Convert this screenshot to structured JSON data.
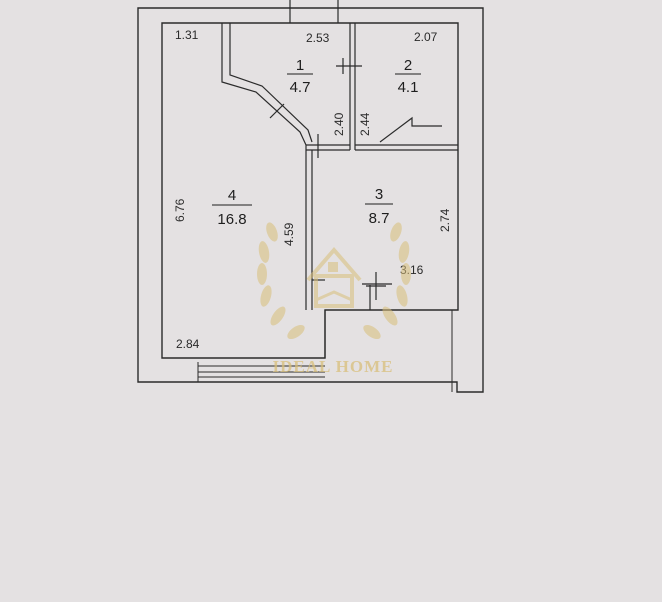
{
  "rooms": [
    {
      "number": "1",
      "area": "4.7"
    },
    {
      "number": "2",
      "area": "4.1"
    },
    {
      "number": "3",
      "area": "8.7"
    },
    {
      "number": "4",
      "area": "16.8"
    }
  ],
  "dimensions": {
    "d_131": "1.31",
    "d_253": "2.53",
    "d_207": "2.07",
    "d_240": "2.40",
    "d_244": "2.44",
    "d_676": "6.76",
    "d_459": "4.59",
    "d_274": "2.74",
    "d_316": "3.16",
    "d_284": "2.84"
  },
  "watermark": {
    "text": "IDEAL HOME",
    "color": "#d9bf7a"
  },
  "colors": {
    "wall": "#2b2b2b",
    "paper": "#e4e1e2"
  }
}
